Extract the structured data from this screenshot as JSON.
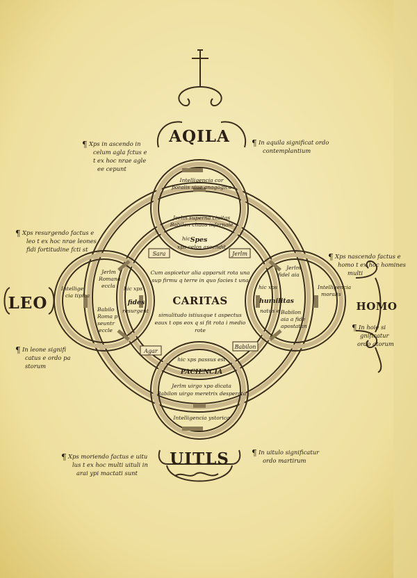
{
  "emblems": {
    "top": "AQILA",
    "left": "LEO",
    "right": "HOMO",
    "bottom": "UITLS"
  },
  "glosses": {
    "top_left": [
      "Xps in ascendo in",
      "celum agla fctus e",
      "t ex hoc nrae agle",
      "ee cepunt"
    ],
    "top_right": [
      "In aquila significat ordo",
      "contemplantium"
    ],
    "left_upper": [
      "Xps resurgendo factus e",
      "leo t ex hoc nrae leones",
      "fidi fortitudine fcti st"
    ],
    "left_lower": [
      "In leone signifi",
      "catus e ordo pa",
      "storum"
    ],
    "right_upper": [
      "Xps nascendo factus e",
      "homo t ex hoc homines",
      "multi"
    ],
    "right_lower": [
      "In hoie si",
      "gnificatur",
      "ordo atorum"
    ],
    "bottom_left": [
      "Xps moriendo factus e uitu",
      "lus t ex hoc multi uituli in",
      "arai ypi mactati sunt"
    ],
    "bottom_right": [
      "In uitulo significatur",
      "ordo martirum"
    ]
  },
  "circles": {
    "top": [
      "Intelligencia cor",
      "poralis siue anagogica"
    ],
    "top_inside": [
      "Jerlm superna ciuitas",
      "Babilon chaos infernale"
    ],
    "left": [
      "Intellige",
      "cia tipica"
    ],
    "right": [
      "Intelligencia",
      "moralis"
    ],
    "bottom": [
      "Intelligencia ystorica"
    ],
    "bottom_inside": [
      "Jerlm uirgo xpo dicata",
      "Babilon uirgo meretrix desperata"
    ]
  },
  "virtues": {
    "spes": "Spes",
    "spes_text": [
      "hic",
      "xps celos ascendit"
    ],
    "fides": "fides",
    "fides_left": [
      "hic xps",
      "resurgent"
    ],
    "humilitas": "humilitas",
    "humilitas_right": [
      "hic xps",
      "natus e"
    ],
    "paciencia": "PACIENCIA",
    "paciencia_text": [
      "hic xps passus est"
    ],
    "caritas": "CARITAS",
    "caritas_above": [
      "Cum aspicetur alia apparuit rota una",
      "sup firmu q terre in quo facies t una"
    ],
    "caritas_below": [
      "simulitudo istiusque t aspectus",
      "eaux t ops eox q si fit rota i medio",
      "rote"
    ]
  },
  "ring_labels": {
    "left_top": [
      "Jerlm",
      "Romana",
      "eccla"
    ],
    "left_bottom": [
      "Babilo",
      "Roma p",
      "seuntr",
      "eccle"
    ],
    "right_top": [
      "Jerlm",
      "fidel aia"
    ],
    "right_bottom": [
      "Babilon",
      "aia a fide",
      "apostatan"
    ]
  },
  "tags": {
    "sara": "Sara",
    "jerlm": "Jerlm",
    "agar": "Agar",
    "babilon": "Babilon"
  }
}
